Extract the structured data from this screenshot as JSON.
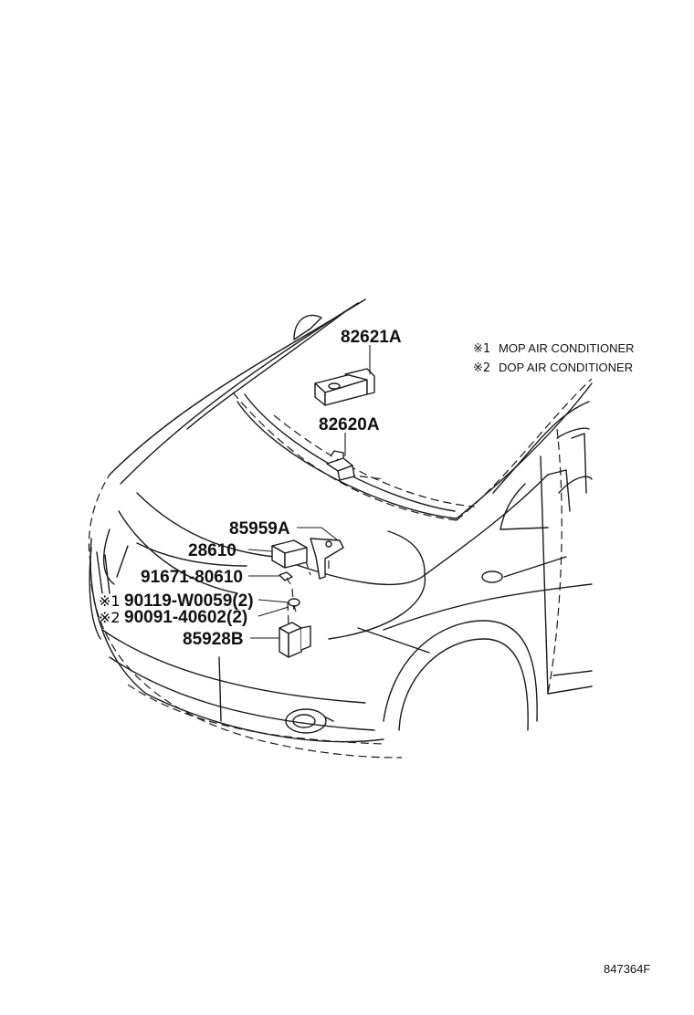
{
  "notes": [
    {
      "symbol": "※1",
      "text": "MOP AIR CONDITIONER"
    },
    {
      "symbol": "※2",
      "text": "DOP AIR CONDITIONER"
    }
  ],
  "parts": [
    {
      "number": "82621A",
      "marker": ""
    },
    {
      "number": "82620A",
      "marker": ""
    },
    {
      "number": "85959A",
      "marker": ""
    },
    {
      "number": "28610",
      "marker": ""
    },
    {
      "number": "91671-80610",
      "marker": ""
    },
    {
      "number": "90119-W0059(2)",
      "marker": "※1"
    },
    {
      "number": "90091-40602(2)",
      "marker": "※2"
    },
    {
      "number": "85928B",
      "marker": ""
    }
  ],
  "diagram_id": "847364F"
}
